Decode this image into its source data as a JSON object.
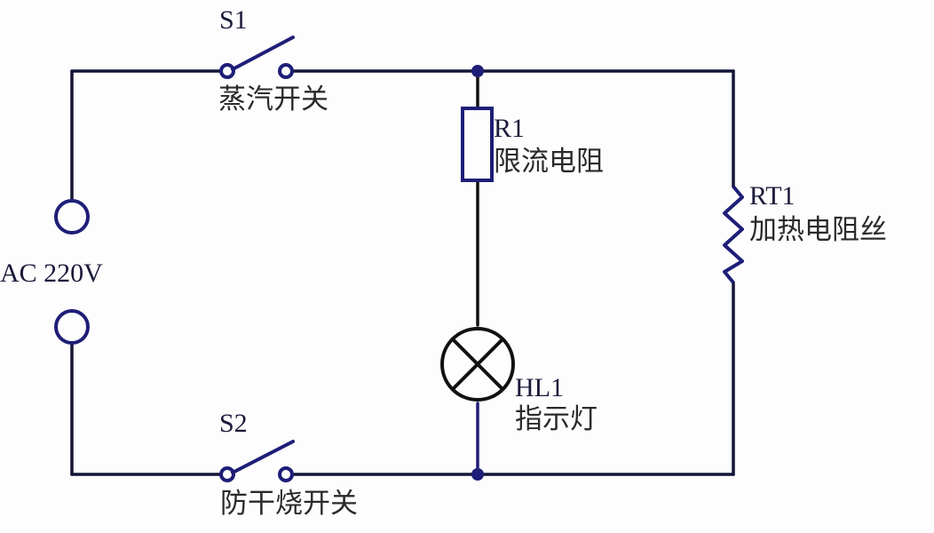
{
  "diagram": {
    "type": "electrical-schematic",
    "colors": {
      "wire_blue": "#1e1e78",
      "wire_black": "#111111",
      "text": "#222222",
      "background": "#fdfdfd"
    },
    "source": {
      "label": "AC 220V"
    },
    "components": [
      {
        "id": "S1",
        "ref": "S1",
        "name": "蒸汽开关",
        "kind": "switch"
      },
      {
        "id": "S2",
        "ref": "S2",
        "name": "防干烧开关",
        "kind": "switch"
      },
      {
        "id": "R1",
        "ref": "R1",
        "name": "限流电阻",
        "kind": "resistor"
      },
      {
        "id": "HL1",
        "ref": "HL1",
        "name": "指示灯",
        "kind": "lamp"
      },
      {
        "id": "RT1",
        "ref": "RT1",
        "name": "加热电阻丝",
        "kind": "heating-element"
      }
    ]
  }
}
